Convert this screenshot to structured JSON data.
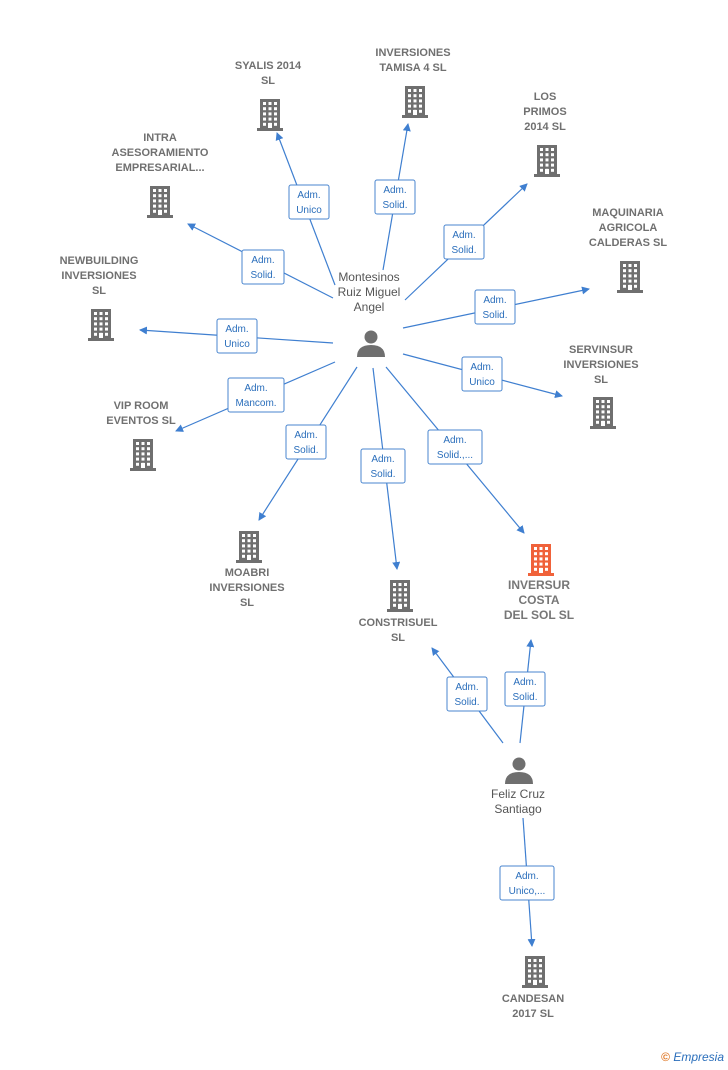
{
  "persons": [
    {
      "id": "montesinos",
      "lines": [
        "Montesinos",
        "Ruiz Miguel",
        "Angel"
      ]
    },
    {
      "id": "feliz",
      "lines": [
        "Feliz Cruz",
        "Santiago"
      ]
    }
  ],
  "companies": [
    {
      "id": "syalis",
      "lines": [
        "SYALIS 2014",
        "SL"
      ]
    },
    {
      "id": "tamisa",
      "lines": [
        "INVERSIONES",
        "TAMISA 4  SL"
      ]
    },
    {
      "id": "losprimos",
      "lines": [
        "LOS",
        "PRIMOS",
        "2014  SL"
      ]
    },
    {
      "id": "intra",
      "lines": [
        "INTRA",
        "ASESORAMIENTO",
        "EMPRESARIAL..."
      ]
    },
    {
      "id": "maquinaria",
      "lines": [
        "MAQUINARIA",
        "AGRICOLA",
        "CALDERAS SL"
      ]
    },
    {
      "id": "newbuilding",
      "lines": [
        "NEWBUILDING",
        "INVERSIONES",
        "SL"
      ]
    },
    {
      "id": "servinsur",
      "lines": [
        "SERVINSUR",
        "INVERSIONES",
        "SL"
      ]
    },
    {
      "id": "viproom",
      "lines": [
        "VIP ROOM",
        "EVENTOS SL"
      ]
    },
    {
      "id": "moabri",
      "lines": [
        "MOABRI",
        "INVERSIONES",
        "SL"
      ]
    },
    {
      "id": "construisuel",
      "lines": [
        "CONSTRISUEL",
        "SL"
      ]
    },
    {
      "id": "inversur",
      "lines": [
        "INVERSUR",
        "COSTA",
        "DEL SOL  SL"
      ],
      "highlight": true
    },
    {
      "id": "candesan",
      "lines": [
        "CANDESAN",
        "2017  SL"
      ]
    }
  ],
  "edges": [
    {
      "from": "montesinos",
      "to": "syalis",
      "label": [
        "Adm.",
        "Unico"
      ]
    },
    {
      "from": "montesinos",
      "to": "tamisa",
      "label": [
        "Adm.",
        "Solid."
      ]
    },
    {
      "from": "montesinos",
      "to": "losprimos",
      "label": [
        "Adm.",
        "Solid."
      ]
    },
    {
      "from": "montesinos",
      "to": "intra",
      "label": [
        "Adm.",
        "Solid."
      ]
    },
    {
      "from": "montesinos",
      "to": "maquinaria",
      "label": [
        "Adm.",
        "Solid."
      ]
    },
    {
      "from": "montesinos",
      "to": "newbuilding",
      "label": [
        "Adm.",
        "Unico"
      ]
    },
    {
      "from": "montesinos",
      "to": "servinsur",
      "label": [
        "Adm.",
        "Unico"
      ]
    },
    {
      "from": "montesinos",
      "to": "viproom",
      "label": [
        "Adm.",
        "Mancom."
      ]
    },
    {
      "from": "montesinos",
      "to": "moabri",
      "label": [
        "Adm.",
        "Solid."
      ]
    },
    {
      "from": "montesinos",
      "to": "construisuel",
      "label": [
        "Adm.",
        "Solid."
      ]
    },
    {
      "from": "montesinos",
      "to": "inversur",
      "label": [
        "Adm.",
        "Solid.,..."
      ]
    },
    {
      "from": "feliz",
      "to": "construisuel",
      "label": [
        "Adm.",
        "Solid."
      ]
    },
    {
      "from": "feliz",
      "to": "inversur",
      "label": [
        "Adm.",
        "Solid."
      ]
    },
    {
      "from": "feliz",
      "to": "candesan",
      "label": [
        "Adm.",
        "Unico,..."
      ]
    }
  ],
  "brand": {
    "symbol": "©",
    "name": "Empresia"
  },
  "colors": {
    "edge": "#3f7fd0",
    "building": "#6f6f6f",
    "highlight": "#f0623a"
  }
}
